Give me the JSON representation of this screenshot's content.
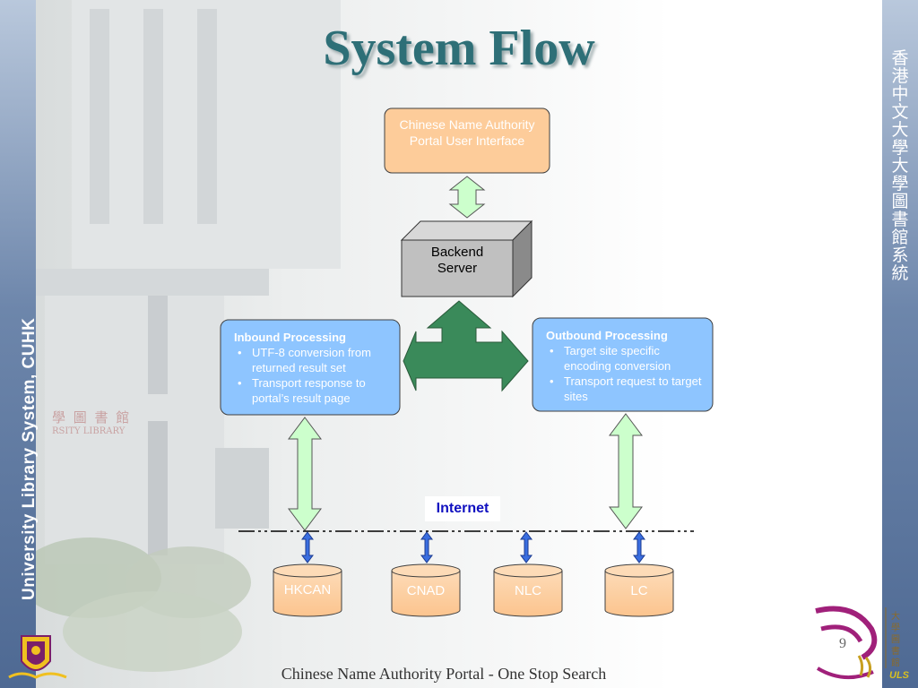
{
  "title": "System Flow",
  "left_banner": "University Library System, CUHK",
  "right_banner": "香港中文大學　大學圖書館系統",
  "diagram": {
    "portal_ui": "Chinese Name Authority Portal User Interface",
    "backend": [
      "Backend",
      "Server"
    ],
    "inbound": {
      "title": "Inbound Processing",
      "items": [
        "UTF-8 conversion from returned result set",
        "Transport response to portal’s result page"
      ]
    },
    "outbound": {
      "title": "Outbound Processing",
      "items": [
        "Target site specific encoding conversion",
        "Transport request to target sites"
      ]
    },
    "internet": "Internet",
    "databases": [
      "HKCAN",
      "CNAD",
      "NLC",
      "LC"
    ]
  },
  "background_sign": "學 圖 書 館",
  "background_sign_sub": "RSITY LIBRARY",
  "footer": "Chinese Name Authority Portal - One Stop Search",
  "page_number": "9",
  "logo_text": "ULS",
  "logo_chars": "大學圖書館",
  "colors": {
    "title": "#2e6f77",
    "portal_box": "#fdcc9a",
    "panel": "#8ec5ff",
    "database": "#fdcc9a",
    "backend": "#c0c0c0",
    "arrow_green_light": "#ccffcc",
    "arrow_green_dark": "#3a8a5a",
    "arrow_blue": "#3a6ee0"
  }
}
